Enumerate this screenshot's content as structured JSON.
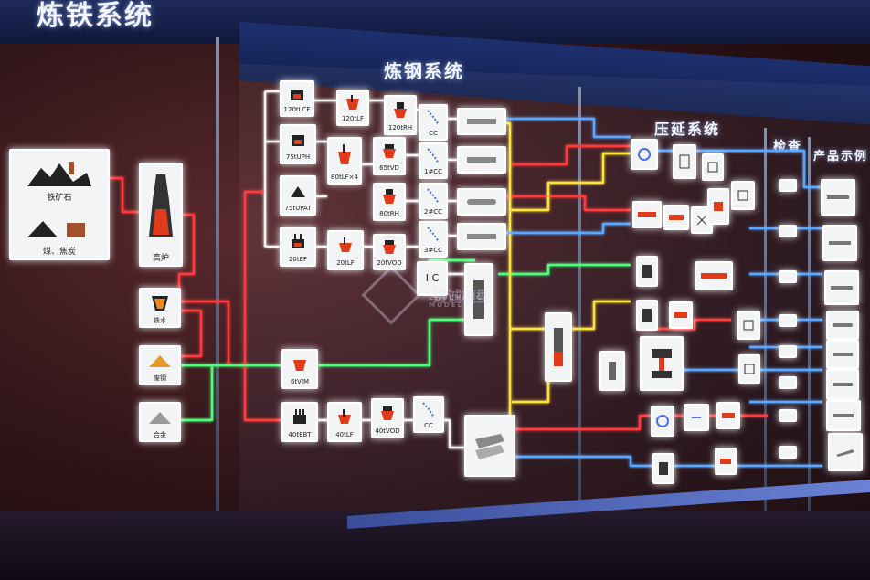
{
  "titles": {
    "ironmaking": "炼铁系统",
    "steelmaking": "炼钢系统",
    "rolling": "压延系统",
    "inspection": "检查",
    "products": "产品示例"
  },
  "watermark": {
    "main": "铸诚模型",
    "sub": "ZHUCHENG MODEL"
  },
  "colors": {
    "red": "#ff3a3a",
    "green": "#4dff7a",
    "yellow": "#ffe23a",
    "blue": "#5aa8ff",
    "white": "#f4f4f4"
  },
  "nodes": {
    "ore": {
      "top": "铁矿石",
      "bottom": "煤、焦炭"
    },
    "blast_furnace": "高炉",
    "hot_metal": "铁水",
    "scrap": "废钢",
    "alloy": "合金",
    "n120tlcf": "120tLCF",
    "n120tlf": "120tLF",
    "n120trh": "120tRH",
    "n75tuph": "75tUPH",
    "n80tlf4": "80tLF×4",
    "n65tvd": "65tVD",
    "n75tupat": "75tUPAT",
    "n80trh": "80tRH",
    "n20tef": "20tEF",
    "n20tlf": "20tLF",
    "n20tvod": "20tVOD",
    "n1cc": "1#CC",
    "n2cc": "2#CC",
    "n3cc": "3#CC",
    "ic": "I C",
    "n6tvim": "6tVIM",
    "n40tebt": "40tEBT",
    "n40tlf": "40tLF",
    "n40tvod": "40tVOD",
    "cc": "CC"
  }
}
